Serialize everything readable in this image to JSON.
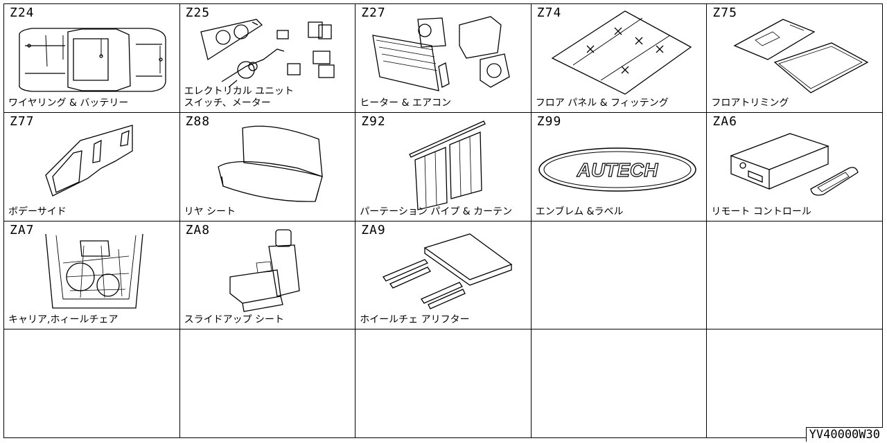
{
  "cells": [
    {
      "code": "Z24",
      "label": "ワイヤリング & バッテリー",
      "icon": "wiring-car-icon"
    },
    {
      "code": "Z25",
      "label": "エレクトリカル ユニット\nスイッチ、メーター",
      "icon": "electrical-unit-icon"
    },
    {
      "code": "Z27",
      "label": "ヒーター & エアコン",
      "icon": "heater-aircon-icon"
    },
    {
      "code": "Z74",
      "label": "フロア パネル & フィッテング",
      "icon": "floor-panel-icon"
    },
    {
      "code": "Z75",
      "label": "フロアトリミング",
      "icon": "floor-trim-icon"
    },
    {
      "code": "Z77",
      "label": "ボデーサイド",
      "icon": "body-side-icon"
    },
    {
      "code": "Z88",
      "label": "リヤ シート",
      "icon": "rear-seat-icon"
    },
    {
      "code": "Z92",
      "label": "パーテーション パイプ & カーテン",
      "icon": "curtain-icon"
    },
    {
      "code": "Z99",
      "label": "エンブレム &ラベル",
      "icon": "emblem-icon",
      "emblem_text": "AUTECH"
    },
    {
      "code": "ZA6",
      "label": "リモート コントロール",
      "icon": "remote-control-icon"
    },
    {
      "code": "ZA7",
      "label": "キャリア,ホィールチェア",
      "icon": "carrier-icon"
    },
    {
      "code": "ZA8",
      "label": "スライドアップ シート",
      "icon": "slide-seat-icon"
    },
    {
      "code": "ZA9",
      "label": "ホイールチェ アリフター",
      "icon": "lifter-icon"
    }
  ],
  "doc_id": "YV40000W30"
}
